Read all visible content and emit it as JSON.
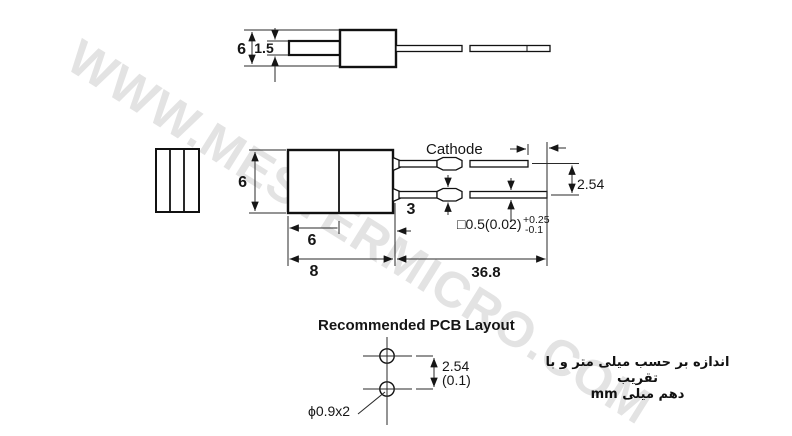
{
  "watermark": {
    "text": "WWW.MESTERMICRO.COM",
    "color": "#e3e3e3"
  },
  "colors": {
    "ink": "#161616",
    "background": "#ffffff",
    "watermark_gray": "#e3e3e3"
  },
  "top_view": {
    "body_height": "6",
    "tab_thickness": "1.5"
  },
  "side_view": {
    "cathode_label": "Cathode",
    "body_height": "6",
    "cap_width": "6",
    "body_width": "8",
    "lead_length": "36.8",
    "lead_pitch": "2.54",
    "stub_length": "3",
    "lead_cross_section": "□0.5(0.02)",
    "tolerance_plus": "+0.25",
    "tolerance_minus": "-0.1"
  },
  "pcb_layout": {
    "title": "Recommended PCB Layout",
    "hole_pitch_mm": "2.54",
    "hole_pitch_inch": "(0.1)",
    "hole_size": "ϕ0.9x2"
  },
  "note": {
    "line1": "اندازه بر حسب میلی متر و با تقریب",
    "line2": "دهم میلی  mm"
  }
}
